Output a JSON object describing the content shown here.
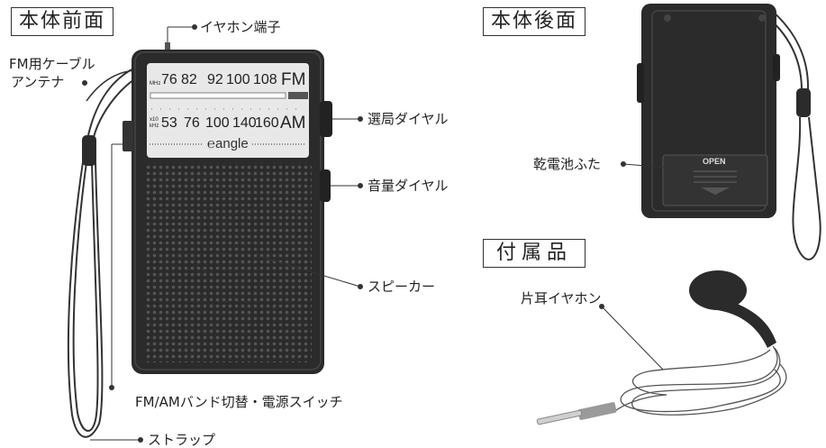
{
  "sections": {
    "front": "本体前面",
    "back": "本体後面",
    "accessories": "付属品"
  },
  "callouts": {
    "earphone_jack": "イヤホン端子",
    "fm_antenna_line1": "FM用ケーブル",
    "fm_antenna_line2": "アンテナ",
    "tuning_dial": "選局ダイヤル",
    "volume_dial": "音量ダイヤル",
    "speaker": "スピーカー",
    "band_switch": "FM/AMバンド切替・電源スイッチ",
    "strap": "ストラップ",
    "battery_cover": "乾電池ふた",
    "earphone": "片耳イヤホン"
  },
  "radio": {
    "fm_unit": "MHz",
    "fm_scale": [
      "76",
      "82",
      "92",
      "100",
      "108"
    ],
    "fm_band": "FM",
    "am_unit_top": "x10",
    "am_unit_bottom": "kHz",
    "am_scale": [
      "53",
      "76",
      "100",
      "140",
      "160"
    ],
    "am_band": "AM",
    "brand": "angle",
    "battery_cover_label": "OPEN"
  },
  "colors": {
    "body": "#2b2b2b",
    "panel": "#e8e8e8",
    "line": "#333333"
  }
}
